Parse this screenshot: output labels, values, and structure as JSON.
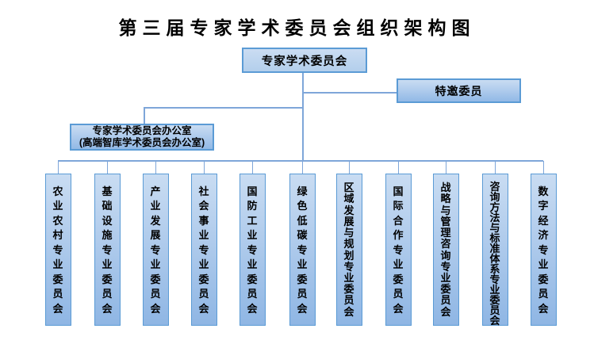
{
  "title": "第三届专家学术委员会组织架构图",
  "nodes": {
    "root": {
      "label": "专家学术委员会"
    },
    "special": {
      "label": "特邀委员"
    },
    "office": {
      "line1": "专家学术委员会办公室",
      "line2": "(高端智库学术委员会办公室)"
    }
  },
  "committees": [
    {
      "label": "农业农村专业委员会"
    },
    {
      "label": "基础设施专业委员会"
    },
    {
      "label": "产业发展专业委员会"
    },
    {
      "label": "社会事业专业委员会"
    },
    {
      "label": "国防工业专业委员会"
    },
    {
      "label": "绿色低碳专业委员会"
    },
    {
      "label": "区域发展与规划专业委员会"
    },
    {
      "label": "国际合作专业委员会"
    },
    {
      "label": "战略与管理咨询专业委员会"
    },
    {
      "label": "咨询方法与标准体系专业委员会"
    },
    {
      "label": "数字经济专业委员会"
    }
  ],
  "colors": {
    "box_border": "#5B9BD5",
    "connector_line": "#7EA6D9",
    "fill_light": "#C9DCF2",
    "fill_dark": "#8FB6E4",
    "text": "#000000",
    "background": "#FFFFFF"
  }
}
